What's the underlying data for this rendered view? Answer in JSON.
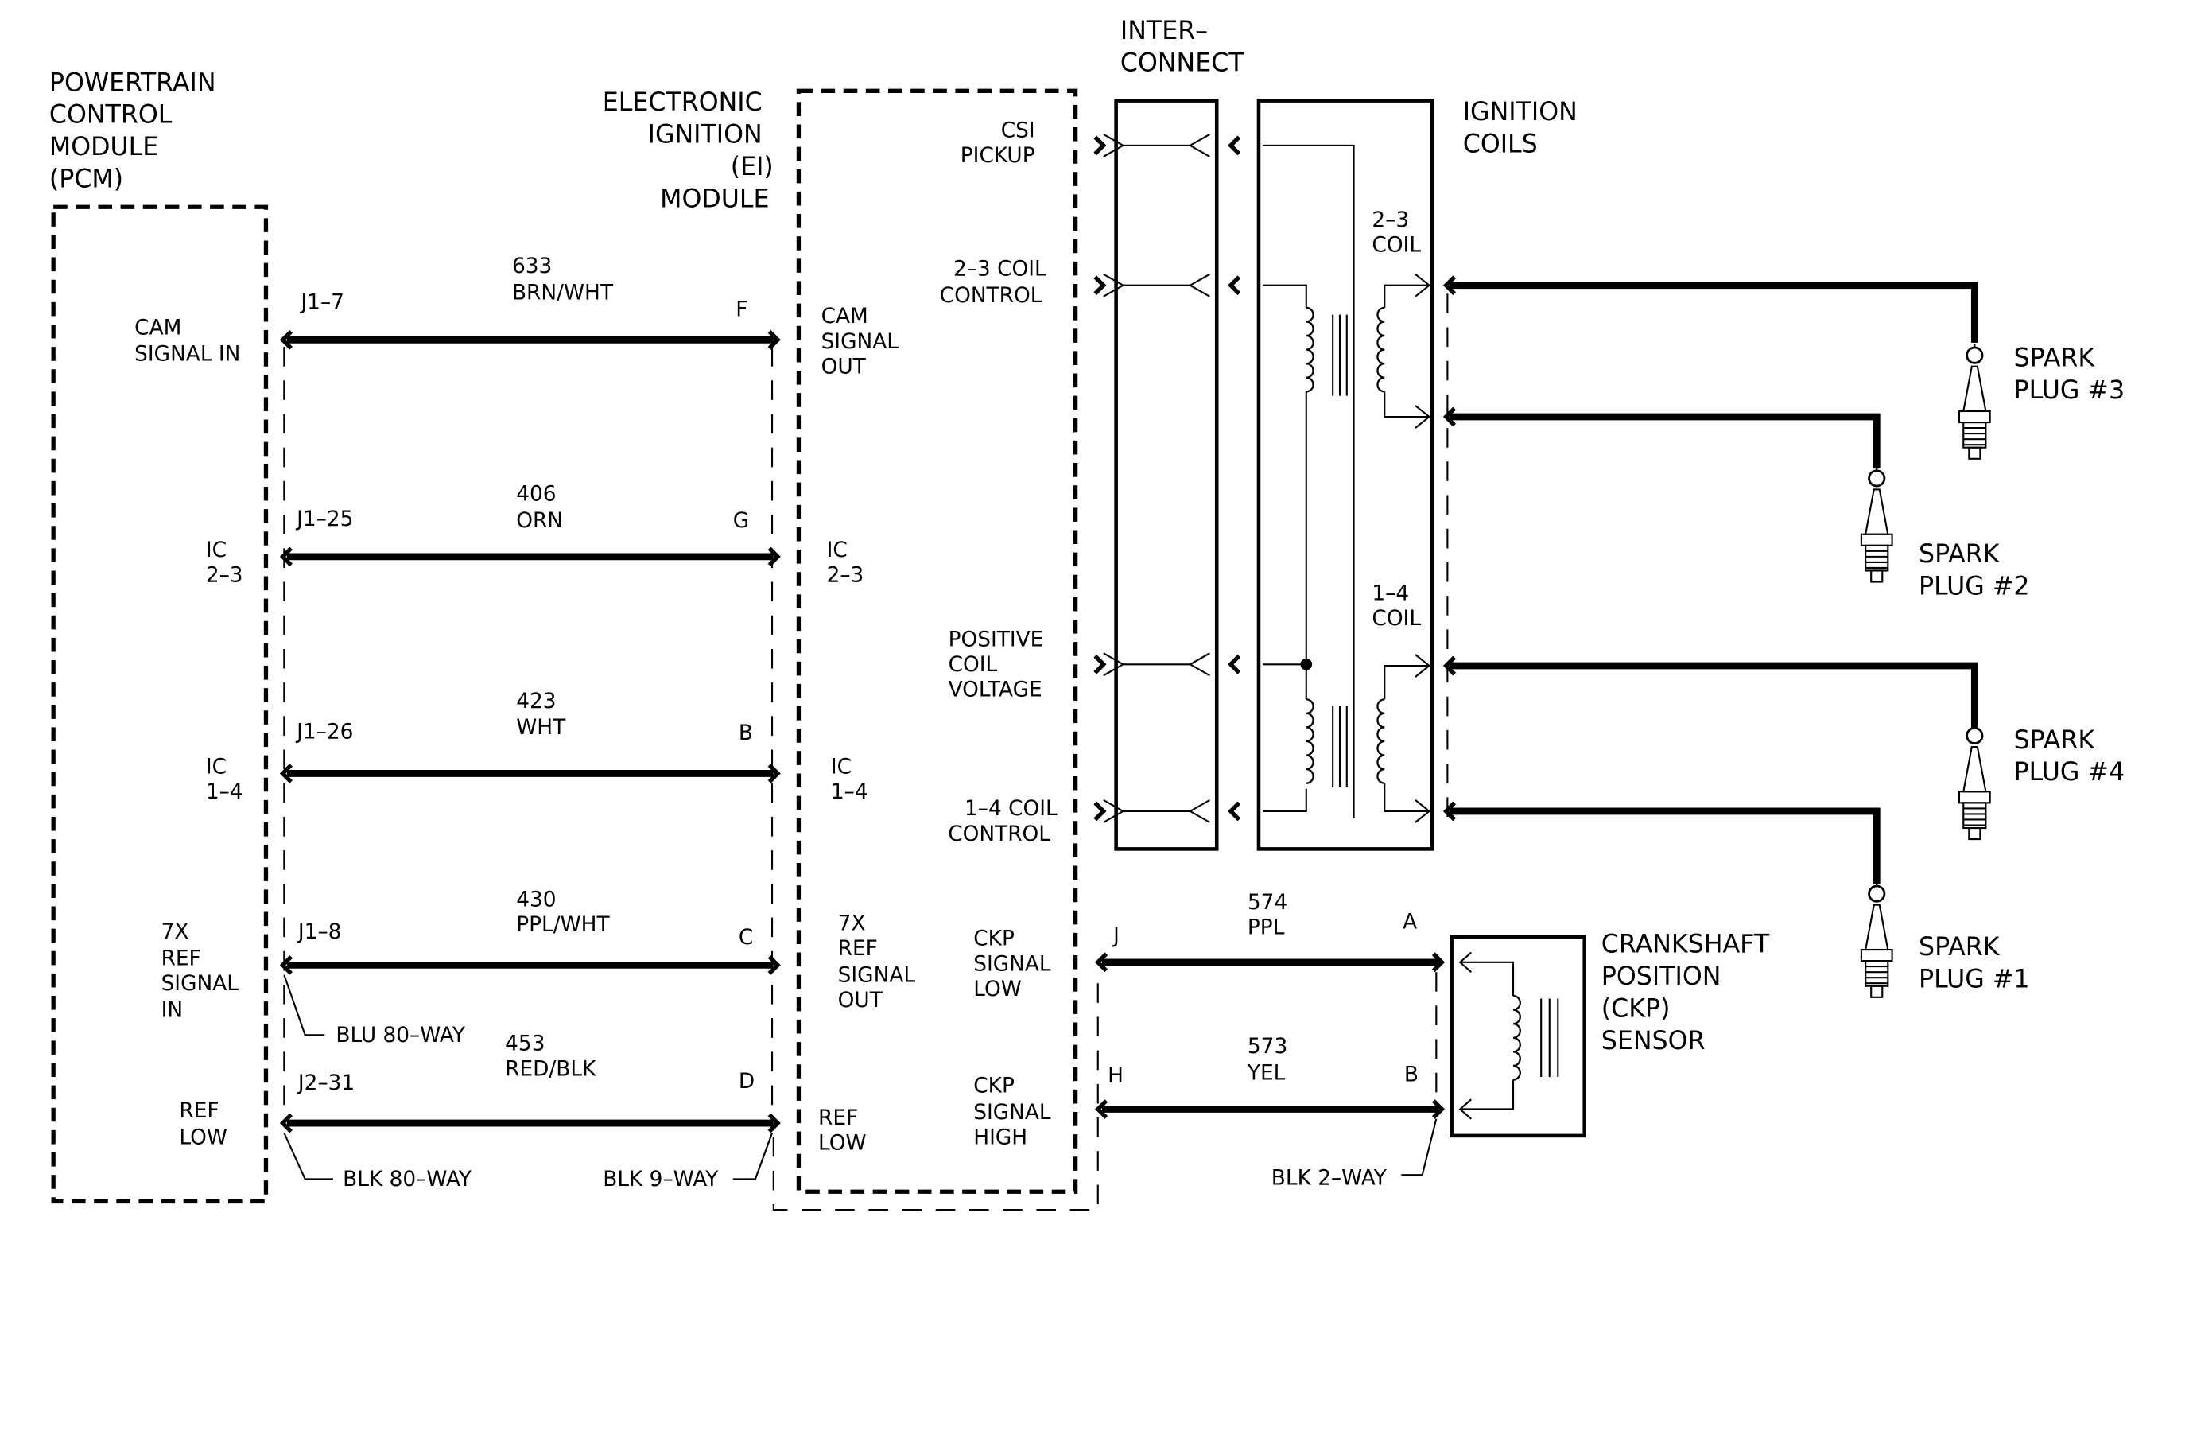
{
  "modules": {
    "pcm": [
      "POWERTRAIN",
      "CONTROL",
      "MODULE",
      "(PCM)"
    ],
    "ei": [
      "ELECTRONIC",
      "IGNITION",
      "(EI)",
      "MODULE"
    ],
    "interconnect": [
      "INTER–",
      "CONNECT"
    ],
    "ignition_coils": [
      "IGNITION",
      "COILS"
    ],
    "ckp_sensor": [
      "CRANKSHAFT",
      "POSITION",
      "(CKP)",
      "SENSOR"
    ]
  },
  "pcm_pins": {
    "cam": [
      "CAM",
      "SIGNAL  IN"
    ],
    "ic23": [
      "IC",
      "2–3"
    ],
    "ic14": [
      "IC",
      "1–4"
    ],
    "ref7x": [
      "7X",
      "REF",
      "SIGNAL",
      "IN"
    ],
    "reflow": [
      "REF",
      "LOW"
    ]
  },
  "ei_pins": {
    "cam": [
      "CAM",
      "SIGNAL",
      "OUT"
    ],
    "ic23": [
      "IC",
      "2–3"
    ],
    "ic14": [
      "IC",
      "1–4"
    ],
    "ref7x": [
      "7X",
      "REF",
      "SIGNAL",
      "OUT"
    ],
    "reflow": [
      "REF",
      "LOW"
    ],
    "csi": [
      "CSI",
      "PICKUP"
    ],
    "coil23": [
      "2–3 COIL",
      "CONTROL"
    ],
    "poscoil": [
      "POSITIVE",
      "COIL",
      "VOLTAGE"
    ],
    "coil14": [
      "1–4 COIL",
      "CONTROL"
    ],
    "ckplow": [
      "CKP",
      "SIGNAL",
      "LOW"
    ],
    "ckphigh": [
      "CKP",
      "SIGNAL",
      "HIGH"
    ]
  },
  "circuits": [
    {
      "pcm_pin": "J1–7",
      "num": "633",
      "color": "BRN/WHT",
      "ei_pin": "F"
    },
    {
      "pcm_pin": "J1–25",
      "num": "406",
      "color": "ORN",
      "ei_pin": "G"
    },
    {
      "pcm_pin": "J1–26",
      "num": "423",
      "color": "WHT",
      "ei_pin": "B"
    },
    {
      "pcm_pin": "J1–8",
      "num": "430",
      "color": "PPL/WHT",
      "ei_pin": "C"
    },
    {
      "pcm_pin": "J2–31",
      "num": "453",
      "color": "RED/BLK",
      "ei_pin": "D"
    }
  ],
  "ckp_circuits": [
    {
      "num": "574",
      "color": "PPL",
      "ei_pin": "J",
      "sensor_pin": "A"
    },
    {
      "num": "573",
      "color": "YEL",
      "ei_pin": "H",
      "sensor_pin": "B"
    }
  ],
  "connectors": {
    "blu80": "BLU 80–WAY",
    "blk80": "BLK 80–WAY",
    "blk9": "BLK 9–WAY",
    "blk2": "BLK 2–WAY"
  },
  "coils": {
    "c23": [
      "2–3",
      "COIL"
    ],
    "c14": [
      "1–4",
      "COIL"
    ]
  },
  "spark_plugs": {
    "p3": [
      "SPARK",
      "PLUG #3"
    ],
    "p2": [
      "SPARK",
      "PLUG #2"
    ],
    "p4": [
      "SPARK",
      "PLUG #4"
    ],
    "p1": [
      "SPARK",
      "PLUG #1"
    ]
  }
}
